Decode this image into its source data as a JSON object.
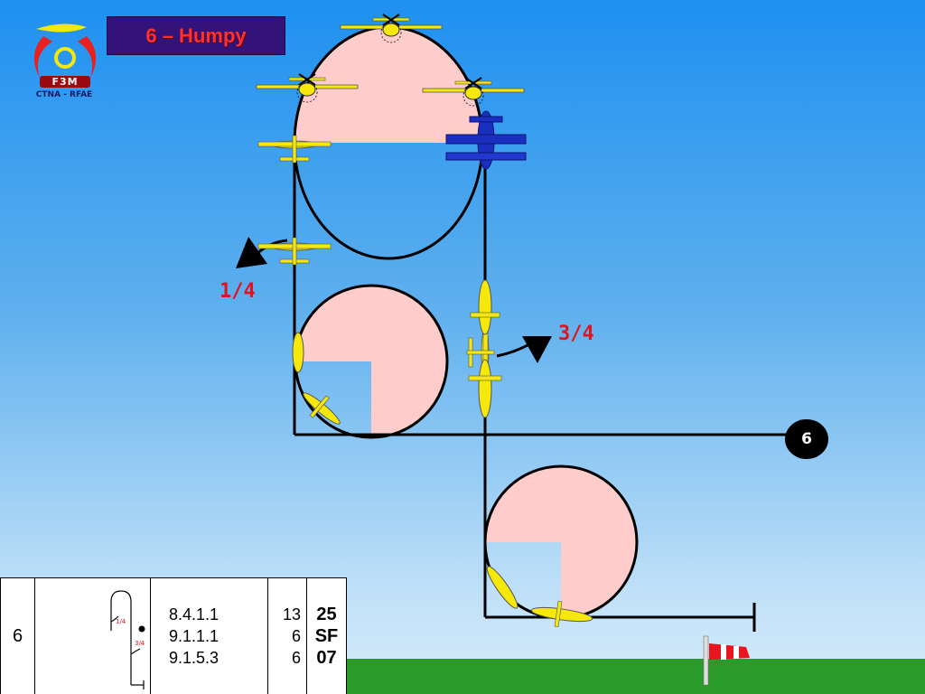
{
  "figure": {
    "title": "6 – Humpy",
    "logo": {
      "name": "F3M",
      "subtitle": "CTNA - RFAE"
    },
    "roll_labels": {
      "first": "1/4",
      "second": "3/4"
    },
    "figure_number_badge": "6"
  },
  "schedule_row": {
    "figure_number": "6",
    "mini_labels": {
      "first": "1/4",
      "second": "3/4"
    },
    "catalog_numbers": [
      "8.4.1.1",
      "9.1.1.1",
      "9.1.5.3"
    ],
    "k_factors": [
      "13",
      "6",
      "6"
    ],
    "total_k": "25",
    "code": "SF 07"
  },
  "colors": {
    "zone_fill": "#ffcccc",
    "title_bg": "#33127a",
    "title_text": "#ff3030",
    "label_red": "#e0141e",
    "plane_yellow": "#f5e80a",
    "plane_blue": "#1a2fc0",
    "ground_green": "#2a9a2a"
  },
  "icons": [
    "f3m-logo-icon",
    "airplane-icon",
    "windsock-icon",
    "arrow-icon"
  ]
}
